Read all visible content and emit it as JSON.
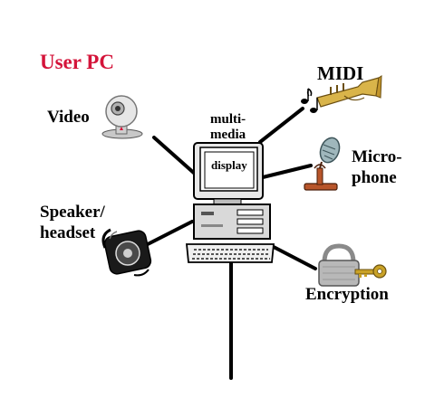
{
  "title": "User PC",
  "labels": {
    "video": "Video",
    "midi": "MIDI",
    "multimedia_line1": "multi-",
    "multimedia_line2": "media",
    "display": "display",
    "microphone_line1": "Micro-",
    "microphone_line2": "phone",
    "speaker_line1": "Speaker/",
    "speaker_line2": "headset",
    "encryption": "Encryption"
  },
  "colors": {
    "title": "#d4143a",
    "line": "#000000",
    "trumpet": "#d9b44a",
    "mic_head": "#9fb7bc",
    "mic_stand": "#b8552a",
    "key": "#c9a227",
    "padlock": "#b8b8b8"
  },
  "icons": [
    "webcam-icon",
    "trumpet-icon",
    "pc-icon",
    "microphone-icon",
    "headset-speaker-icon",
    "padlock-key-icon"
  ]
}
